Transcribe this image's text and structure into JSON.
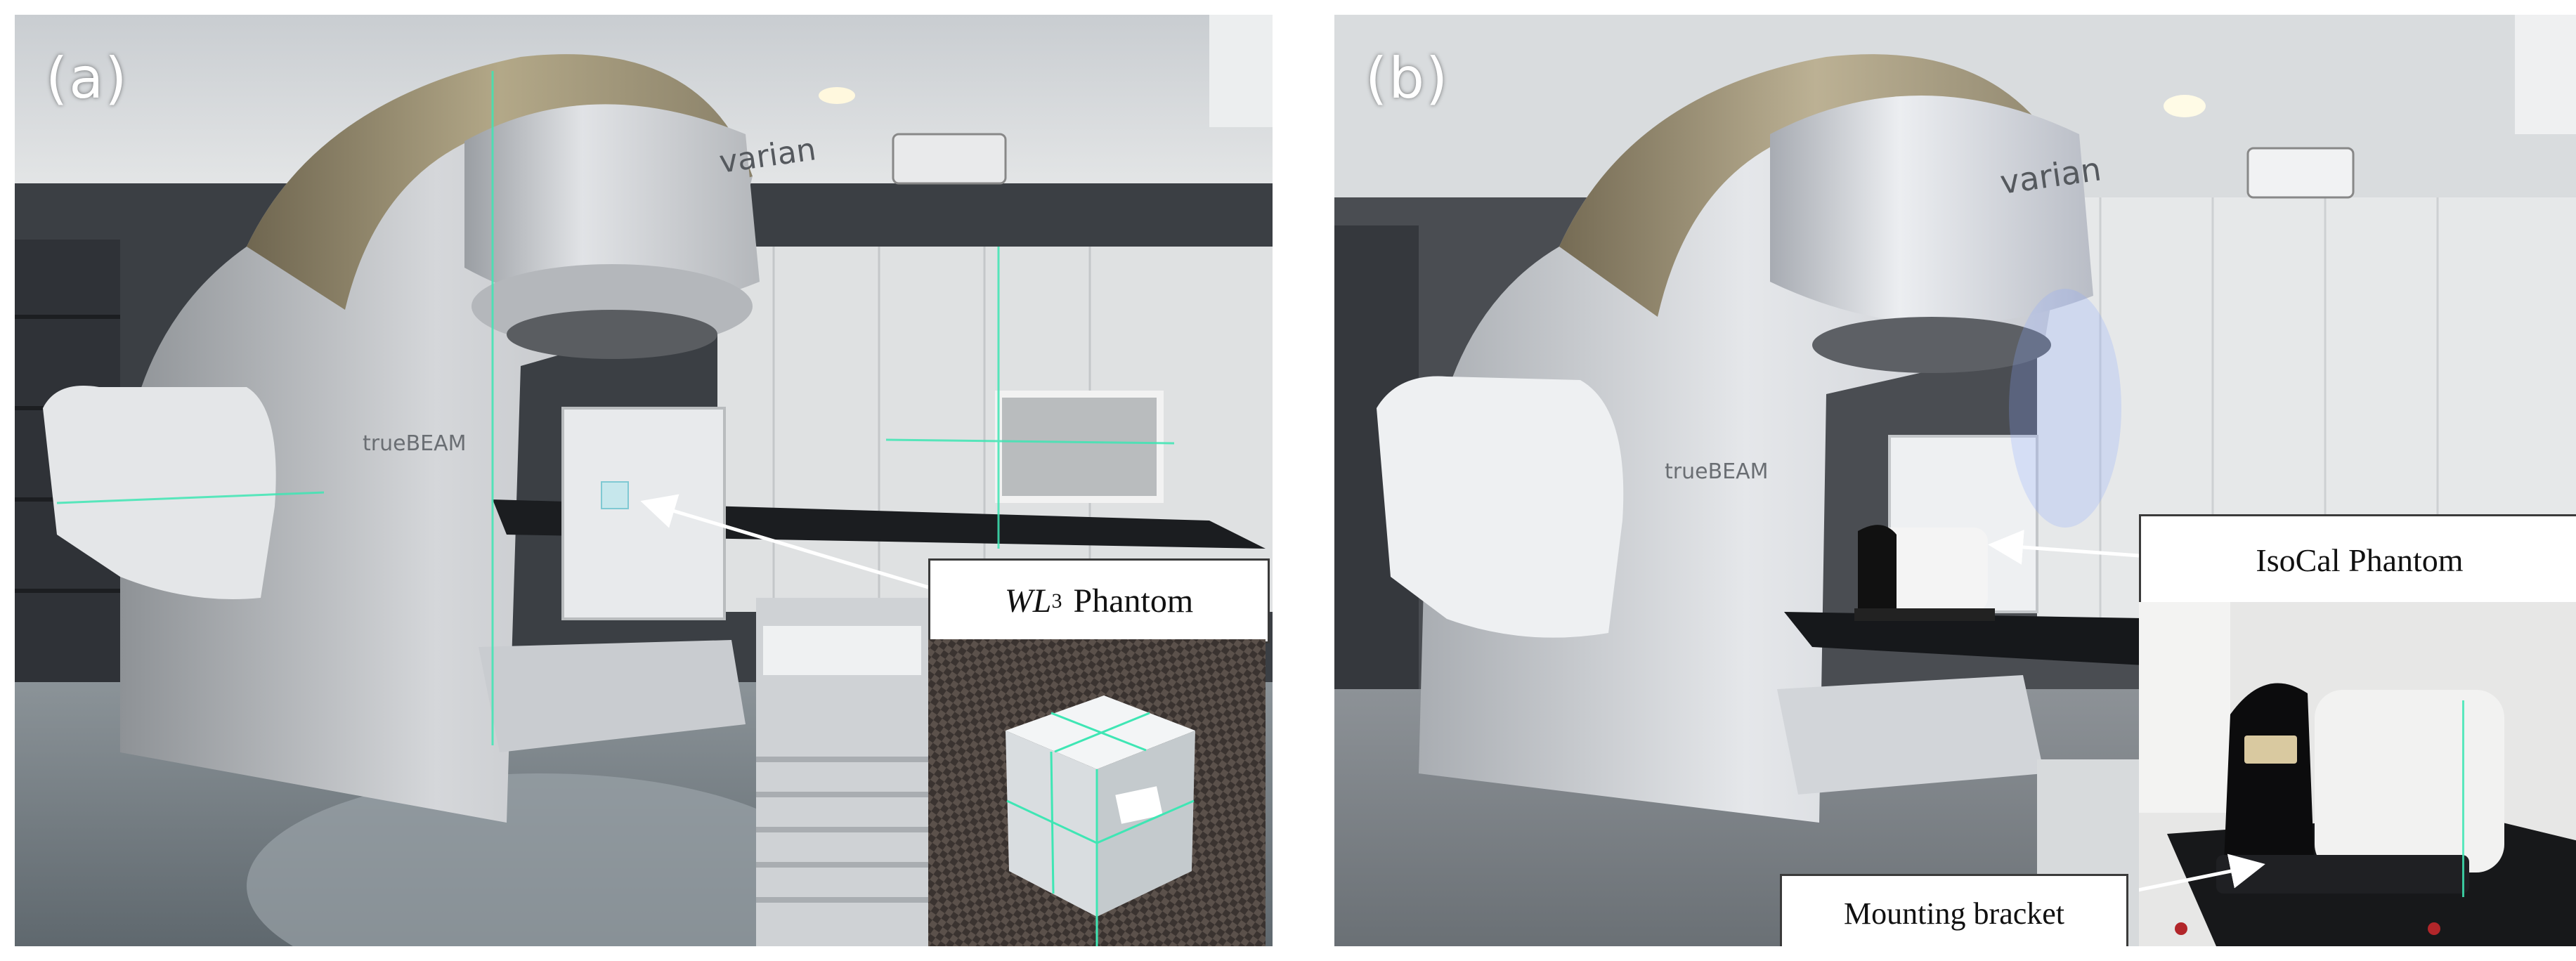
{
  "panels": [
    {
      "label": "(a)",
      "brand_text": "varian",
      "logo_text": "trueBEAM",
      "callout": {
        "prefix": "WL",
        "superscript": "3",
        "suffix": "Phantom"
      }
    },
    {
      "label": "(b)",
      "brand_text": "varian",
      "logo_text": "trueBEAM",
      "callouts": {
        "phantom": "IsoCal Phantom",
        "bracket": "Mounting bracket"
      }
    }
  ],
  "colors": {
    "laser": "#3fe6b4",
    "arrow": "#ffffff",
    "callout_border": "#3a3a3a"
  }
}
